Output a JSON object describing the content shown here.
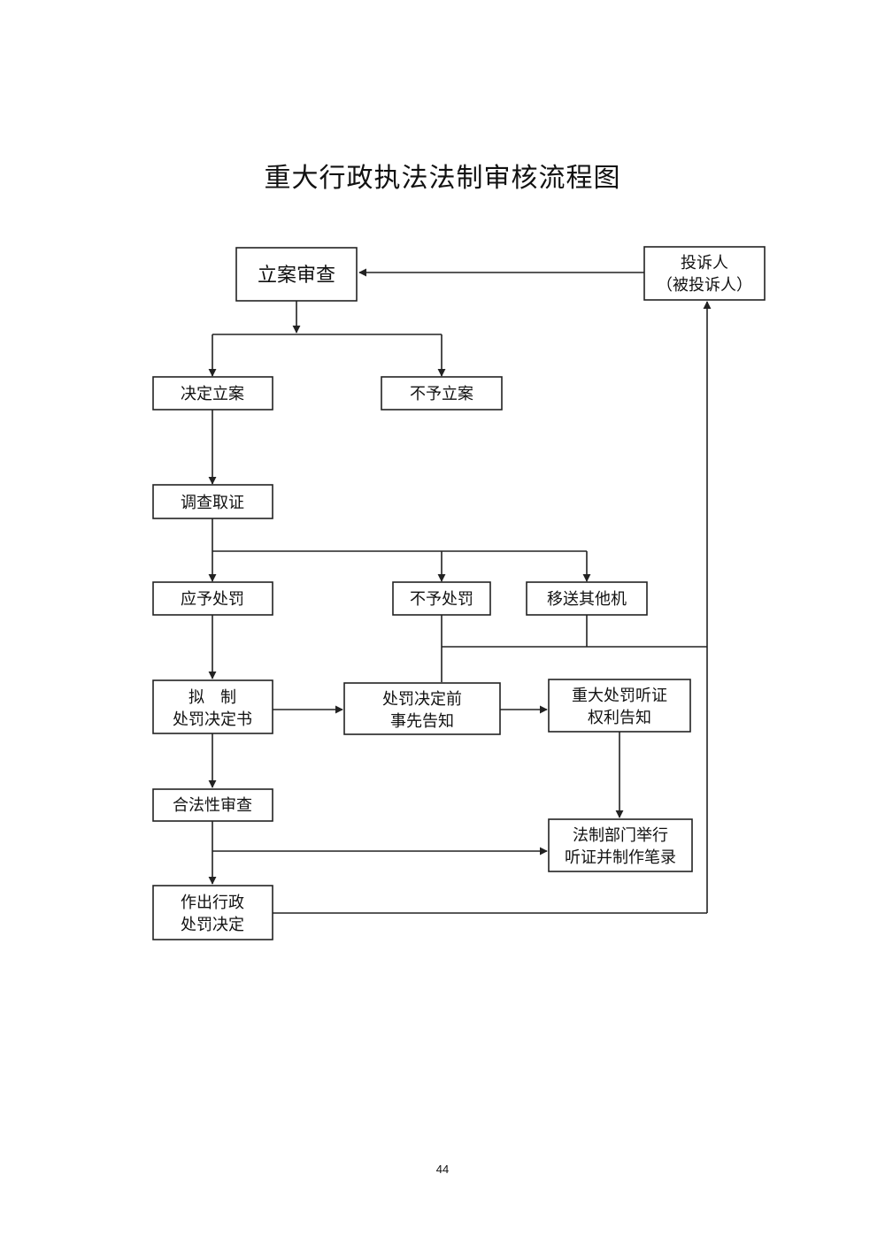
{
  "title": "重大行政执法法制审核流程图",
  "nodes": {
    "filing_review": "立案审查",
    "complainant_1": "投诉人",
    "complainant_2": "（被投诉人）",
    "decide_file": "决定立案",
    "not_file": "不予立案",
    "investigate": "调查取证",
    "should_punish": "应予处罚",
    "no_punish": "不予处罚",
    "transfer": "移送其他机",
    "draft_1": "拟　制",
    "draft_2": "处罚决定书",
    "prior_notice_1": "处罚决定前",
    "prior_notice_2": "事先告知",
    "hearing_right_1": "重大处罚听证",
    "hearing_right_2": "权利告知",
    "legality_review": "合法性审查",
    "legal_hearing_1": "法制部门举行",
    "legal_hearing_2": "听证并制作笔录",
    "final_decision_1": "作出行政",
    "final_decision_2": "处罚决定"
  },
  "page_number": "44"
}
